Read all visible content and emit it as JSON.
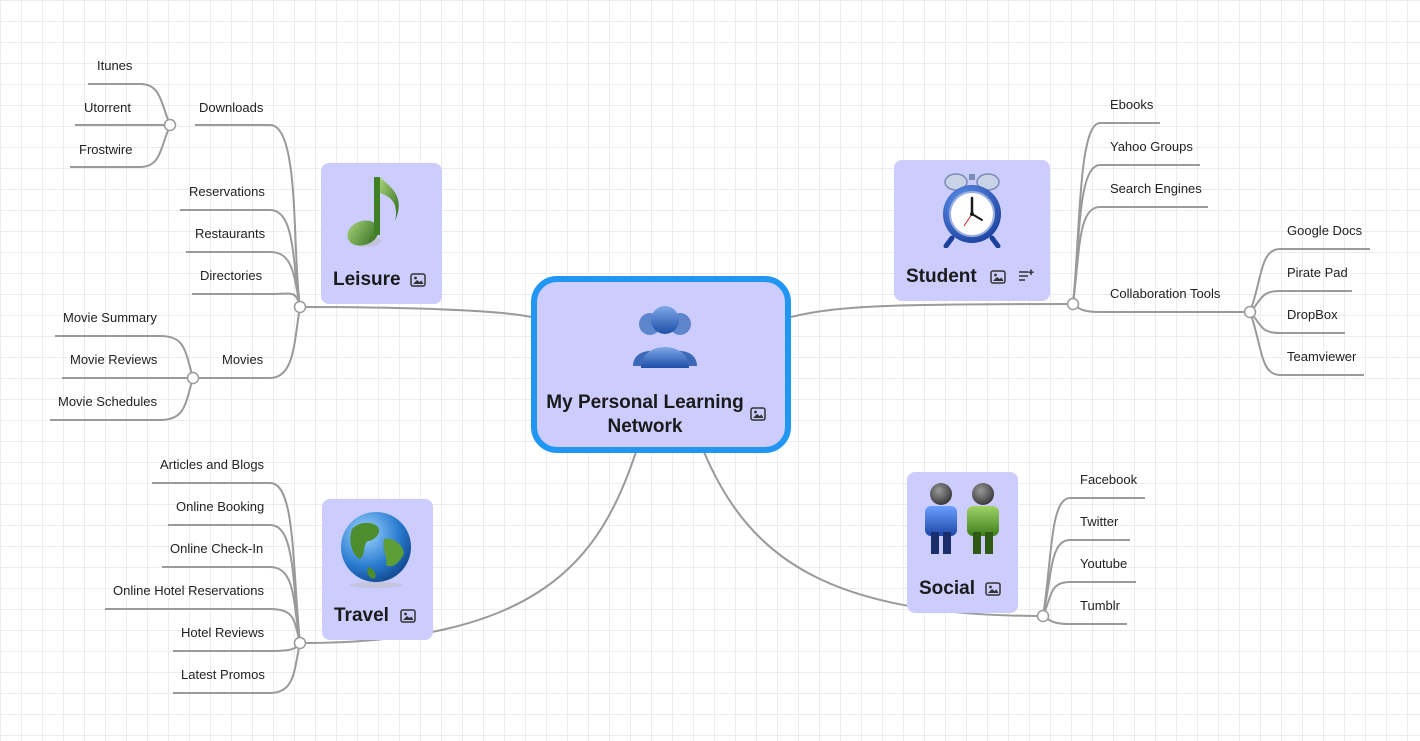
{
  "central": {
    "title": "My Personal Learning Network",
    "icon": "people-group-icon"
  },
  "branches": {
    "leisure": {
      "title": "Leisure",
      "icon": "music-note-icon",
      "items": [
        "Downloads",
        "Reservations",
        "Restaurants",
        "Directories",
        "Movies"
      ],
      "downloads": [
        "Itunes",
        "Utorrent",
        "Frostwire"
      ],
      "movies": [
        "Movie Summary",
        "Movie Reviews",
        "Movie Schedules"
      ]
    },
    "travel": {
      "title": "Travel",
      "icon": "globe-icon",
      "items": [
        "Articles and Blogs",
        "Online Booking",
        "Online Check-In",
        "Online Hotel Reservations",
        "Hotel Reviews",
        "Latest Promos"
      ]
    },
    "student": {
      "title": "Student",
      "icon": "alarm-clock-icon",
      "items": [
        "Ebooks",
        "Yahoo Groups",
        "Search Engines",
        "Collaboration Tools"
      ],
      "collaboration": [
        "Google Docs",
        "Pirate Pad",
        "DropBox",
        "Teamviewer"
      ]
    },
    "social": {
      "title": "Social",
      "icon": "two-people-icon",
      "items": [
        "Facebook",
        "Twitter",
        "Youtube",
        "Tumblr"
      ]
    }
  },
  "colors": {
    "node_fill": "#ccccff",
    "central_border": "#2196f3",
    "connector": "#9a9a9a"
  }
}
